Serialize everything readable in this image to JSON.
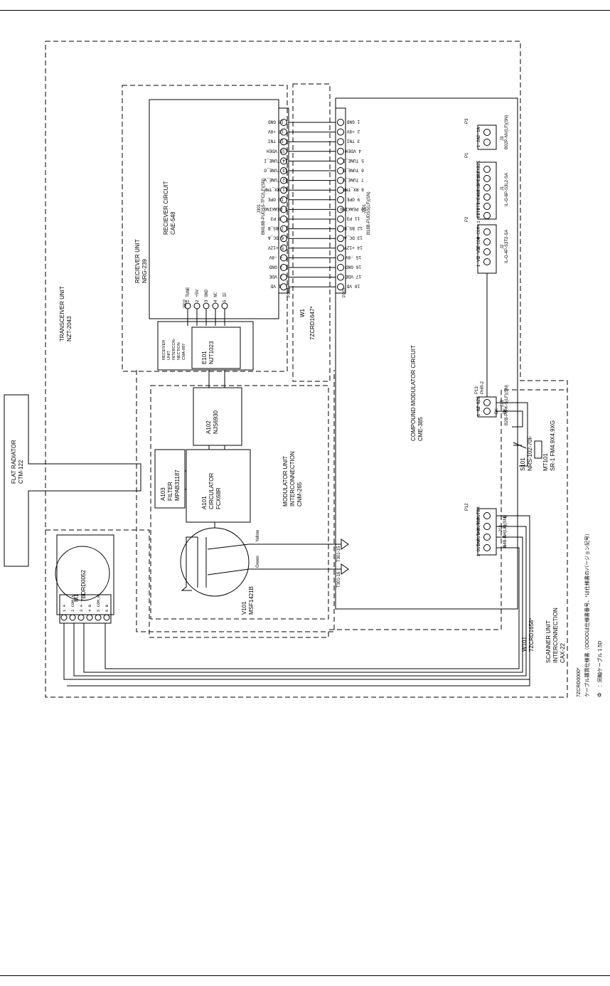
{
  "units": {
    "transceiver": {
      "name": "TRANSCEIVER UNIT",
      "model": "NZT-2043"
    },
    "receiver": {
      "name": "RECIEVER UNIT",
      "model": "NRG-239"
    },
    "receiver_circuit": {
      "name": "RECIEVER CIRCUIT",
      "model": "CAE-548"
    },
    "modulator": {
      "line1": "MODULATOR UNIT",
      "line2": "INTERCONNECTION",
      "model": "CNM-265"
    },
    "compound": {
      "name": "COMPOUND MODULATOR CIRCUIT",
      "model": "CME-385"
    },
    "scanner": {
      "line1": "SCANNER UNIT",
      "line2": "INTERCONNECTION",
      "model": "CAX-22"
    },
    "flat_radiator": {
      "name": "FLAT RADIATOR",
      "model": "CTM-122"
    },
    "interconnection": {
      "lines": [
        "RECEIVER",
        "UNIT",
        "INTERCON-",
        "NECTION",
        "CMA-897"
      ]
    }
  },
  "components": {
    "e101": {
      "ref": "E101",
      "model": "NJT1023"
    },
    "a102": {
      "ref": "A102",
      "model": "NJS6930"
    },
    "a101": {
      "ref": "A101",
      "line2": "CIRCULATOR",
      "model": "FCX68R"
    },
    "a103": {
      "ref": "A103",
      "line2": "FILTER",
      "model": "MPAB31187"
    },
    "v101": {
      "ref": "V101",
      "model": "MSF1421B"
    },
    "m1": {
      "ref": "M1",
      "model": "7BDRD0052"
    },
    "s101": {
      "ref": "S101",
      "model": "NRS-102-70F"
    },
    "mt101": {
      "ref": "MT101",
      "model": "SR-1 FM4.9X4.9XG"
    },
    "w101": {
      "ref": "W101",
      "model": "7ZCRD1658*"
    },
    "w1": {
      "ref": "W1",
      "model": "7ZCRD1647*"
    }
  },
  "connectors": {
    "j301": {
      "ref": "J301",
      "part": "BM18B-PUDSS-TFC(LF)(SN)"
    },
    "j201": {
      "ref": "J201",
      "part": "B18B-PUDSS(LF)(SN)"
    },
    "j302": {
      "ref": "J302"
    },
    "j3": {
      "ref": "J3",
      "part": "B02P-NV(LF)(SN)"
    },
    "j1": {
      "ref": "J1",
      "part": "IL-G-6P-S3L2-SA"
    },
    "j2": {
      "ref": "J2",
      "part": "IL-G-4P-S3T2-SA"
    },
    "j13": {
      "ref": "J13",
      "part": "B2B-PH-K-S(LF)(SN)"
    },
    "j12": {
      "ref": "J12",
      "part": "S4B-EH(LF)(SN)"
    },
    "p3": "P3",
    "p1": "P1",
    "p2": "P2",
    "p12": "P12",
    "p13": "P13",
    "phr2": "PHR-2",
    "p301": "P301",
    "p201": "P201",
    "t30115": "T301-15",
    "t30116": "T301-16"
  },
  "pins": {
    "j301": [
      "18 GND",
      "17 +8V",
      "16 TNI",
      "15 VDEH",
      "14 TUNE_I",
      "13 TUNE_O",
      "12 TUNE_V",
      "11 RX_TMP",
      "10 OPE",
      "9 PEAKING",
      "8 P3",
      "7 BS_B",
      "6 DC_A",
      "5 +12V",
      "4 -8V",
      "3 GND",
      "2 VDE",
      "1 VD"
    ],
    "j201": [
      "1 GND",
      "2 +8V",
      "3 TNI",
      "4 VDEH",
      "5 TUNE_I",
      "6 TUNE_O",
      "7 TUNE_V",
      "8 RX_TMP",
      "9 OPE",
      "10 PEAKING",
      "11 P3",
      "12 BS_B",
      "13 DC_A",
      "14 +12V",
      "15 -8V",
      "16 GND",
      "17 VDE",
      "18 VD"
    ],
    "j302": [
      "1 TUNE",
      "2 +5V",
      "3 GND",
      "4 NC",
      "5 IF"
    ],
    "j3": [
      "2 1A",
      "1 2A"
    ],
    "j1": [
      "6 EXBZE",
      "5 EXBZ",
      "4 EXBPE",
      "3 EXBP",
      "2 ETTYE",
      "1 ETTY"
    ],
    "j2": [
      "4 COM+",
      "3 COM-",
      "2 VDE",
      "1 VD"
    ],
    "j13": [
      "2 BZE",
      "1 BZ"
    ],
    "j12": [
      "4 OUTBM",
      "3 OUTBP",
      "2 OUTAM",
      "1 OUTAP"
    ],
    "m1": [
      "1 A",
      "2 COM_A",
      "3 A",
      "4 B",
      "5 COM_B",
      "6 B"
    ]
  },
  "wires": {
    "bk1": "BK",
    "bk2": "BK",
    "yellow": "Yellow",
    "green": "Green",
    "a": "A",
    "abar": "A",
    "b": "B",
    "bbar": "B"
  },
  "notes": {
    "part": "7ZCRD0000*",
    "cable_note": "ケーブル購買仕様書（OOOOは仕様書番号、*は仕様書のバージョン記号）",
    "coax_symbol": "Φ",
    "coax_note": "：同軸ケーブル 1.5D"
  }
}
